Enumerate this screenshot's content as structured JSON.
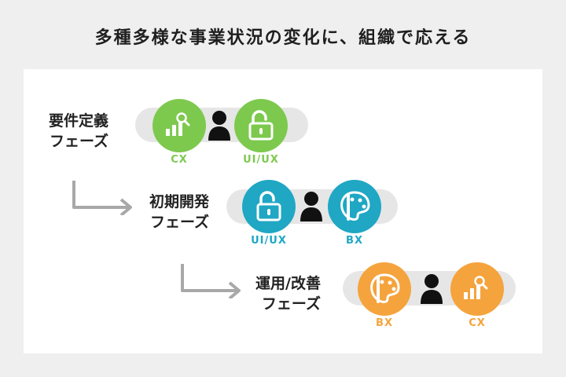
{
  "title": "多種多様な事業状況の変化に、組織で応える",
  "phases": [
    {
      "label_line1": "要件定義",
      "label_line2": "フェーズ",
      "left_tag": "CX",
      "right_tag": "UI/UX"
    },
    {
      "label_line1": "初期開発",
      "label_line2": "フェーズ",
      "left_tag": "UI/UX",
      "right_tag": "BX"
    },
    {
      "label_line1": "運用/改善",
      "label_line2": "フェーズ",
      "left_tag": "BX",
      "right_tag": "CX"
    }
  ],
  "colors": {
    "CX": "#7dc94e",
    "UI/UX": "#1fa7c4",
    "BX": "#f5a33d",
    "arrow": "#a8a8a8"
  },
  "icons": {
    "CX": "chart-magnifier-icon",
    "UI/UX": "unlocked-padlock-icon",
    "BX": "palette-brush-icon",
    "person": "person-icon"
  }
}
